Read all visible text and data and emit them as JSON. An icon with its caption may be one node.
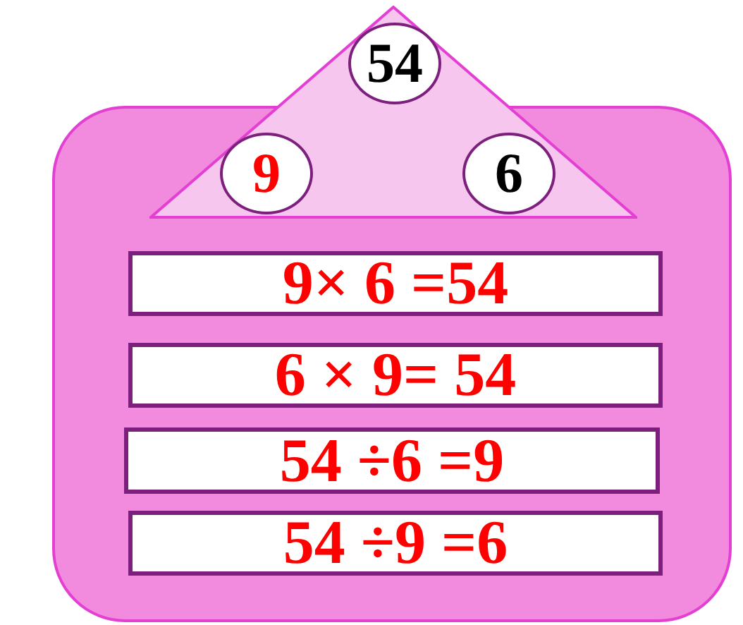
{
  "diagram": {
    "nodes": [
      {
        "text": [],
        "shape": "box"
      },
      {
        "text": [],
        "shape": "triangle"
      },
      {
        "text": [
          "54"
        ],
        "in": 1
      },
      {
        "text": [
          "9"
        ]
      },
      {
        "text": [
          "6"
        ]
      },
      {
        "text": [
          "9× 6 =54"
        ],
        "in": 0
      },
      {
        "text": [
          "6 × 9= 54"
        ],
        "in": 0
      },
      {
        "text": [
          "54 ÷6 =9"
        ],
        "in": 0
      },
      {
        "text": [
          "54 ÷9 =6"
        ],
        "in": 0
      }
    ]
  }
}
